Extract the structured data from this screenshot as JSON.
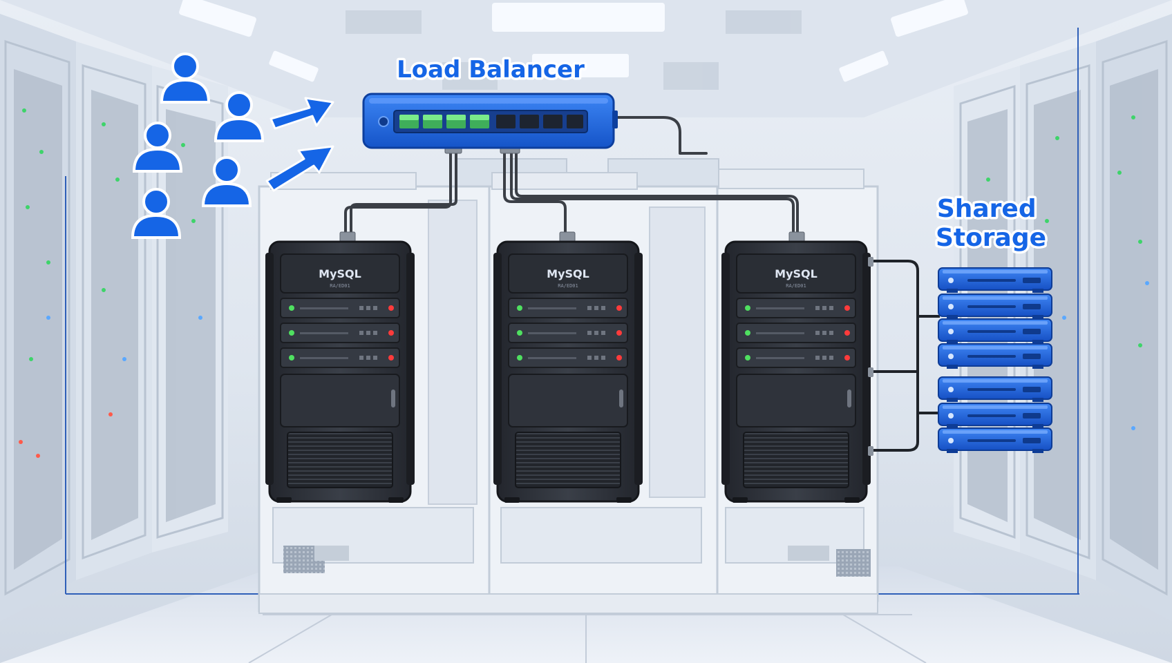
{
  "labels": {
    "load_balancer": "Load Balancer",
    "shared_storage_line1": "Shared",
    "shared_storage_line2": "Storage"
  },
  "servers": [
    {
      "brand": "MySQL",
      "sub": "RA/ED01"
    },
    {
      "brand": "MySQL",
      "sub": "RA/ED01"
    },
    {
      "brand": "MySQL",
      "sub": "RA/ED01"
    }
  ],
  "icons": {
    "users": "user-icon",
    "failure": "x-mark-icon"
  },
  "colors": {
    "accent_blue": "#1565e6",
    "replication_green": "#4fd65a",
    "failure_red": "#e02020",
    "server_body": "#2c3038"
  }
}
